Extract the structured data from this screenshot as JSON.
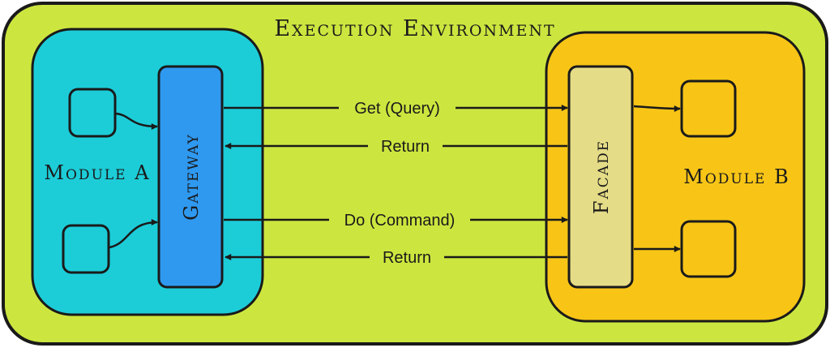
{
  "environment": {
    "title": "Execution Environment"
  },
  "module_a": {
    "label": "Module A",
    "gateway_label": "Gateway"
  },
  "module_b": {
    "label": "Module B",
    "facade_label": "Facade"
  },
  "arrows": {
    "get_query": "Get (Query)",
    "return_1": "Return",
    "do_command": "Do (Command)",
    "return_2": "Return"
  },
  "colors": {
    "environment": "#cde63f",
    "module_a": "#1ccdd8",
    "module_b": "#f8c516",
    "gateway": "#2f99f0",
    "facade": "#e5dc87",
    "stroke": "#1a1a1a"
  }
}
